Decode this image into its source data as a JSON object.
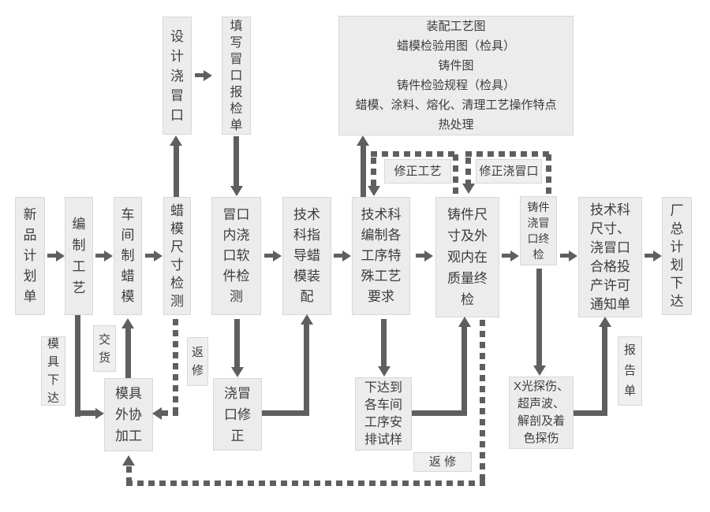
{
  "palette": {
    "box_fill": "#ececec",
    "box_border": "#d8d8d8",
    "line": "#5f5f5f",
    "text": "#3d3d3d",
    "label_fill": "#efefef"
  },
  "nodes": {
    "design_riser": "设\n计\n浇\n冒\n口",
    "fill_riser_report": "填\n写\n冒\n口\n报\n检\n单",
    "docs": "装配工艺图\n蜡模检验用图（检具）\n铸件图\n铸件检验规程（检具）\n蜡模、涂料、熔化、清理工艺操作特点\n热处理",
    "new_product_plan": "新\n品\n计\n划\n单",
    "compile_process": "编\n制\n工\n艺",
    "workshop_wax_mold": "车\n间\n制\n蜡\n模",
    "wax_dim_check": "蜡\n模\n尺\n寸\n检\n测",
    "riser_gate_software_check": "冒口\n内浇\n口软\n件检\n测",
    "tech_guide_wax_assembly": "技术\n科指\n导蜡\n模装\n配",
    "tech_special_process": "技术科\n编制各\n工序特\n殊工艺\n要求",
    "casting_final_check": "铸件尺\n寸及外\n观内在\n质量终\n检",
    "casting_riser_final_check": "铸件\n浇冒\n口终\n检",
    "tech_permit_notice": "技术科\n尺寸、\n浇冒口\n合格投\n产许可\n通知单",
    "factory_plan_issue": "厂\n总\n计\n划\n下\n达",
    "mold_outsource": "模具\n外协\n加工",
    "riser_correction": "浇冒\n口修\n正",
    "issue_trial_to_workshops": "下达到\n各车间\n工序安\n排试样",
    "xray_inspection": "X光探伤、\n超声波、\n解剖及着\n色探伤"
  },
  "labels": {
    "mold_issue": "模\n具\n下\n达",
    "delivery": "交\n货",
    "rework_vertical": "返\n修",
    "fix_process": "修正工艺",
    "fix_riser": "修正浇冒口",
    "rework_horizontal": "返 修",
    "report_sheet": "报\n告\n单"
  }
}
